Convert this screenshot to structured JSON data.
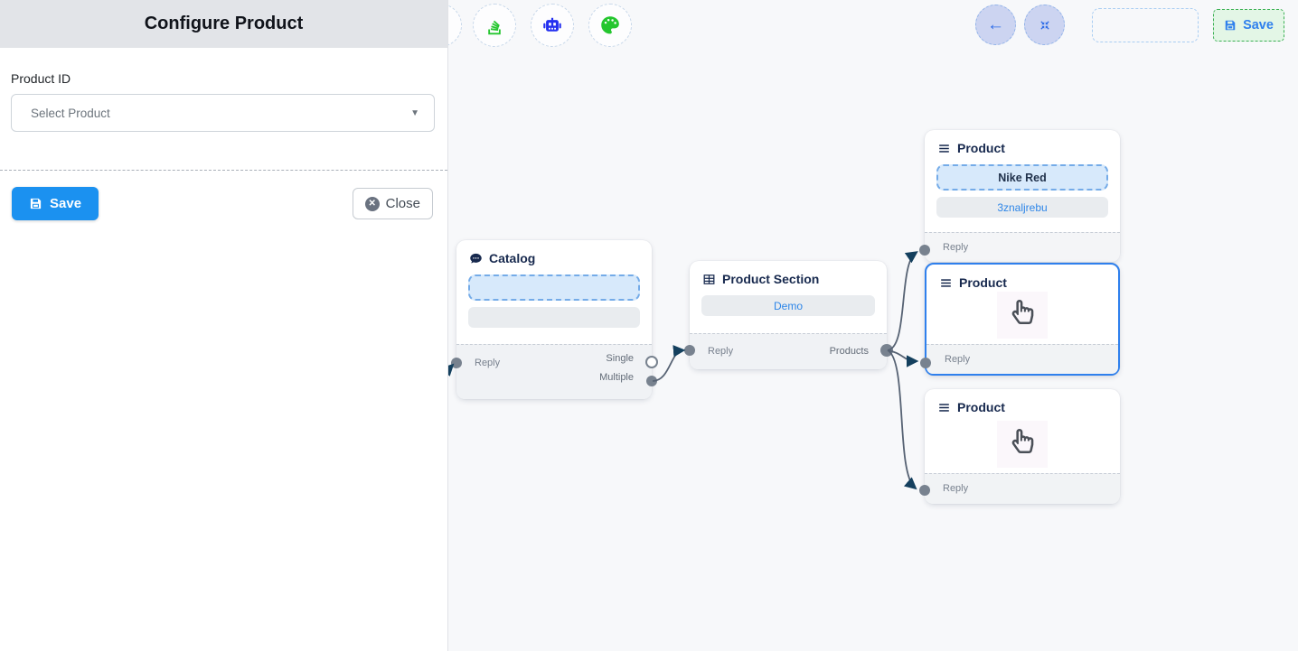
{
  "panel": {
    "title": "Configure Product",
    "product_id_label": "Product ID",
    "select_placeholder": "Select Product",
    "save_label": "Save",
    "close_label": "Close"
  },
  "topbar": {
    "icons": [
      "stack-icon",
      "robot-icon",
      "palette-icon"
    ],
    "back_arrow": "←",
    "save_label": "Save"
  },
  "canvas": {
    "catalog": {
      "title": "Catalog",
      "reply_label": "Reply",
      "single_label": "Single",
      "multiple_label": "Multiple"
    },
    "section": {
      "title": "Product Section",
      "option_label": "Demo",
      "reply_label": "Reply",
      "products_label": "Products"
    },
    "product_top": {
      "title": "Product",
      "product_name": "Nike Red",
      "product_id": "3znaljrebu",
      "reply_label": "Reply"
    },
    "product_middle": {
      "title": "Product",
      "reply_label": "Reply"
    },
    "product_bottom": {
      "title": "Product",
      "reply_label": "Reply"
    }
  },
  "colors": {
    "accent_blue": "#2f80ed",
    "save_button_blue": "#1b91f0",
    "icon_green": "#24c62e",
    "robot_blue": "#2430f0",
    "selected_node_border": "#2f80ed",
    "edge_stroke": "#566273",
    "arrowhead": "#14405e",
    "panel_header_bg": "#e2e4e8",
    "canvas_bg": "#f7f8fa",
    "dashed_input_bg": "#d7e9fb",
    "chip_bg": "#e9ecef"
  }
}
